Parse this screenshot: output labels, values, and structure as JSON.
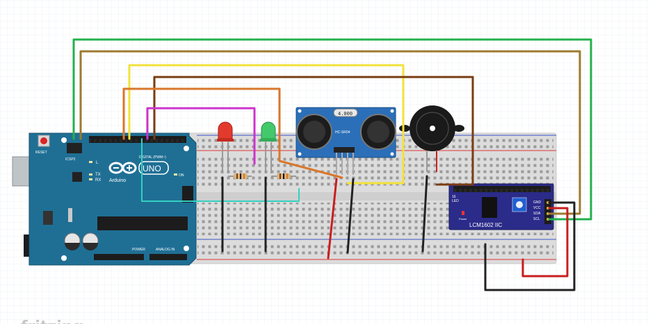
{
  "arduino": {
    "icsp_label": "ICSP2",
    "reset_label": "RESET",
    "l_label": "L",
    "tx_label": "TX",
    "rx_label": "RX",
    "brand_label": "Arduino",
    "model_label": "UNO",
    "on_label": "ON",
    "digital_label": "DIGITAL (PWM~)",
    "power_label": "POWER",
    "analog_label": "ANALOG IN",
    "board_color": "#1f6f95"
  },
  "sensor": {
    "crystal_label": "4.000",
    "module_label": "HC-SR04"
  },
  "lcd_module": {
    "title": "LCM1602 IIC",
    "pin_labels": [
      "GND",
      "VCC",
      "SDA",
      "SCL"
    ],
    "left_labels": [
      "16",
      "LED"
    ],
    "power_label": "Power",
    "board_color": "#2b2b8a"
  },
  "leds": [
    {
      "name": "red-led",
      "color": "#e23b2e"
    },
    {
      "name": "green-led",
      "color": "#43c96b"
    }
  ],
  "wire_colors": {
    "green": "#22b14c",
    "olive": "#9c7a2e",
    "yellow": "#f2e23a",
    "brown": "#7a3d12",
    "orange": "#d9772b",
    "magenta": "#cc33cc",
    "cyan": "#33d1c1",
    "red": "#c81e1e",
    "black": "#222222"
  },
  "footer_logo": "fritzing"
}
